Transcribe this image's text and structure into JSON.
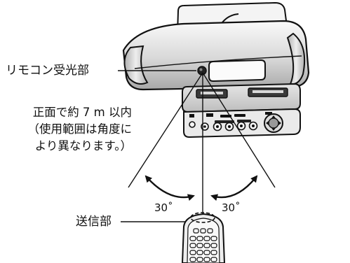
{
  "labels": {
    "sensor": "リモコン受光部",
    "range_line1": "正面で約 7 m 以内",
    "range_line2": "（使用範囲は角度に",
    "range_line3": "より異なります。）",
    "emitter": "送信部",
    "angle_left": "30˚",
    "angle_right": "30˚"
  },
  "colors": {
    "ink": "#111111",
    "device_light": "#f2f2f2",
    "device_mid": "#cfcfcf",
    "device_dark": "#9a9a9a"
  },
  "icons": [
    "boombox-device",
    "remote-control",
    "cd-lid",
    "curved-arrow"
  ]
}
